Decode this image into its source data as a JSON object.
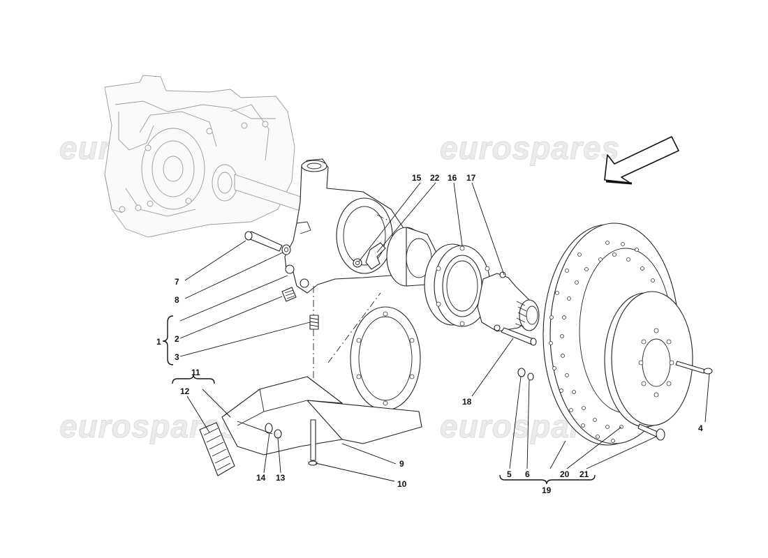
{
  "watermark": "eurospares",
  "callouts": {
    "c1": "1",
    "c2": "2",
    "c3": "3",
    "c4": "4",
    "c5": "5",
    "c6": "6",
    "c7": "7",
    "c8": "8",
    "c9": "9",
    "c10": "10",
    "c11": "11",
    "c12": "12",
    "c13": "13",
    "c14": "14",
    "c15": "15",
    "c16": "16",
    "c17": "17",
    "c18": "18",
    "c19": "19",
    "c20": "20",
    "c21": "21",
    "c22": "22"
  }
}
